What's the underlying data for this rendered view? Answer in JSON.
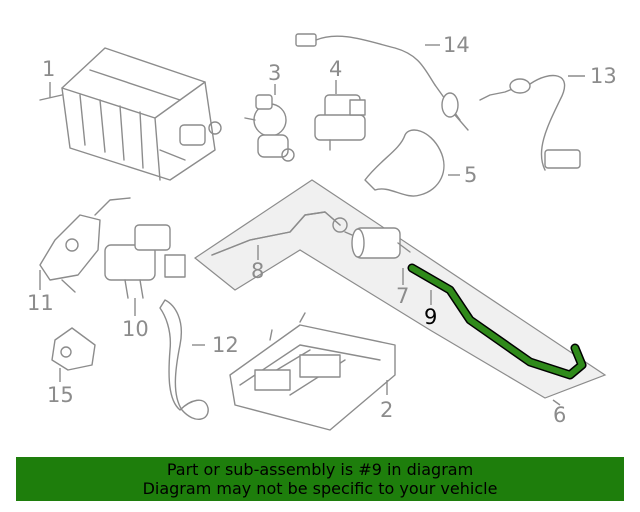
{
  "diagram": {
    "callouts": [
      "1",
      "2",
      "3",
      "4",
      "5",
      "6",
      "7",
      "8",
      "9",
      "10",
      "11",
      "12",
      "13",
      "14",
      "15"
    ],
    "highlighted_callout": "9",
    "colors": {
      "linework": "#8c8c8c",
      "highlight_part": "#2f8a1a",
      "banner_background": "#1e7e0c"
    }
  },
  "banner": {
    "line1": "Part or sub-assembly is #9 in diagram",
    "line2": "Diagram may not be specific to your vehicle"
  }
}
